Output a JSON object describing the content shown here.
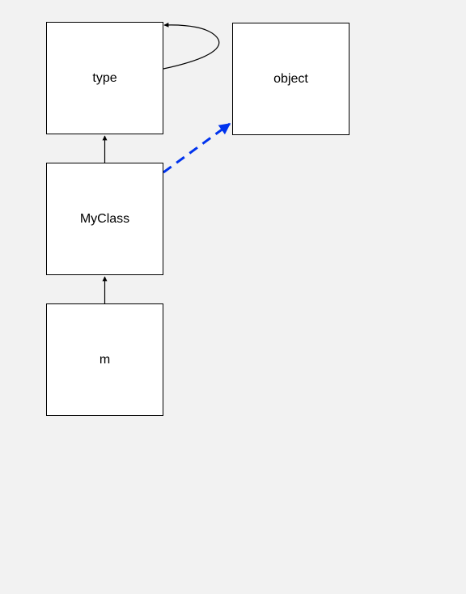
{
  "nodes": {
    "type": {
      "label": "type"
    },
    "object": {
      "label": "object"
    },
    "myclass": {
      "label": "MyClass"
    },
    "m": {
      "label": "m"
    }
  },
  "edges": [
    {
      "from": "type",
      "to": "type",
      "style": "solid",
      "color": "#000000"
    },
    {
      "from": "myclass",
      "to": "type",
      "style": "solid",
      "color": "#000000"
    },
    {
      "from": "m",
      "to": "myclass",
      "style": "solid",
      "color": "#000000"
    },
    {
      "from": "myclass",
      "to": "object",
      "style": "dashed",
      "color": "#0033ee"
    }
  ],
  "colors": {
    "background": "#f2f2f2",
    "node_fill": "#ffffff",
    "border": "#000000",
    "dashed_edge": "#0033ee"
  }
}
